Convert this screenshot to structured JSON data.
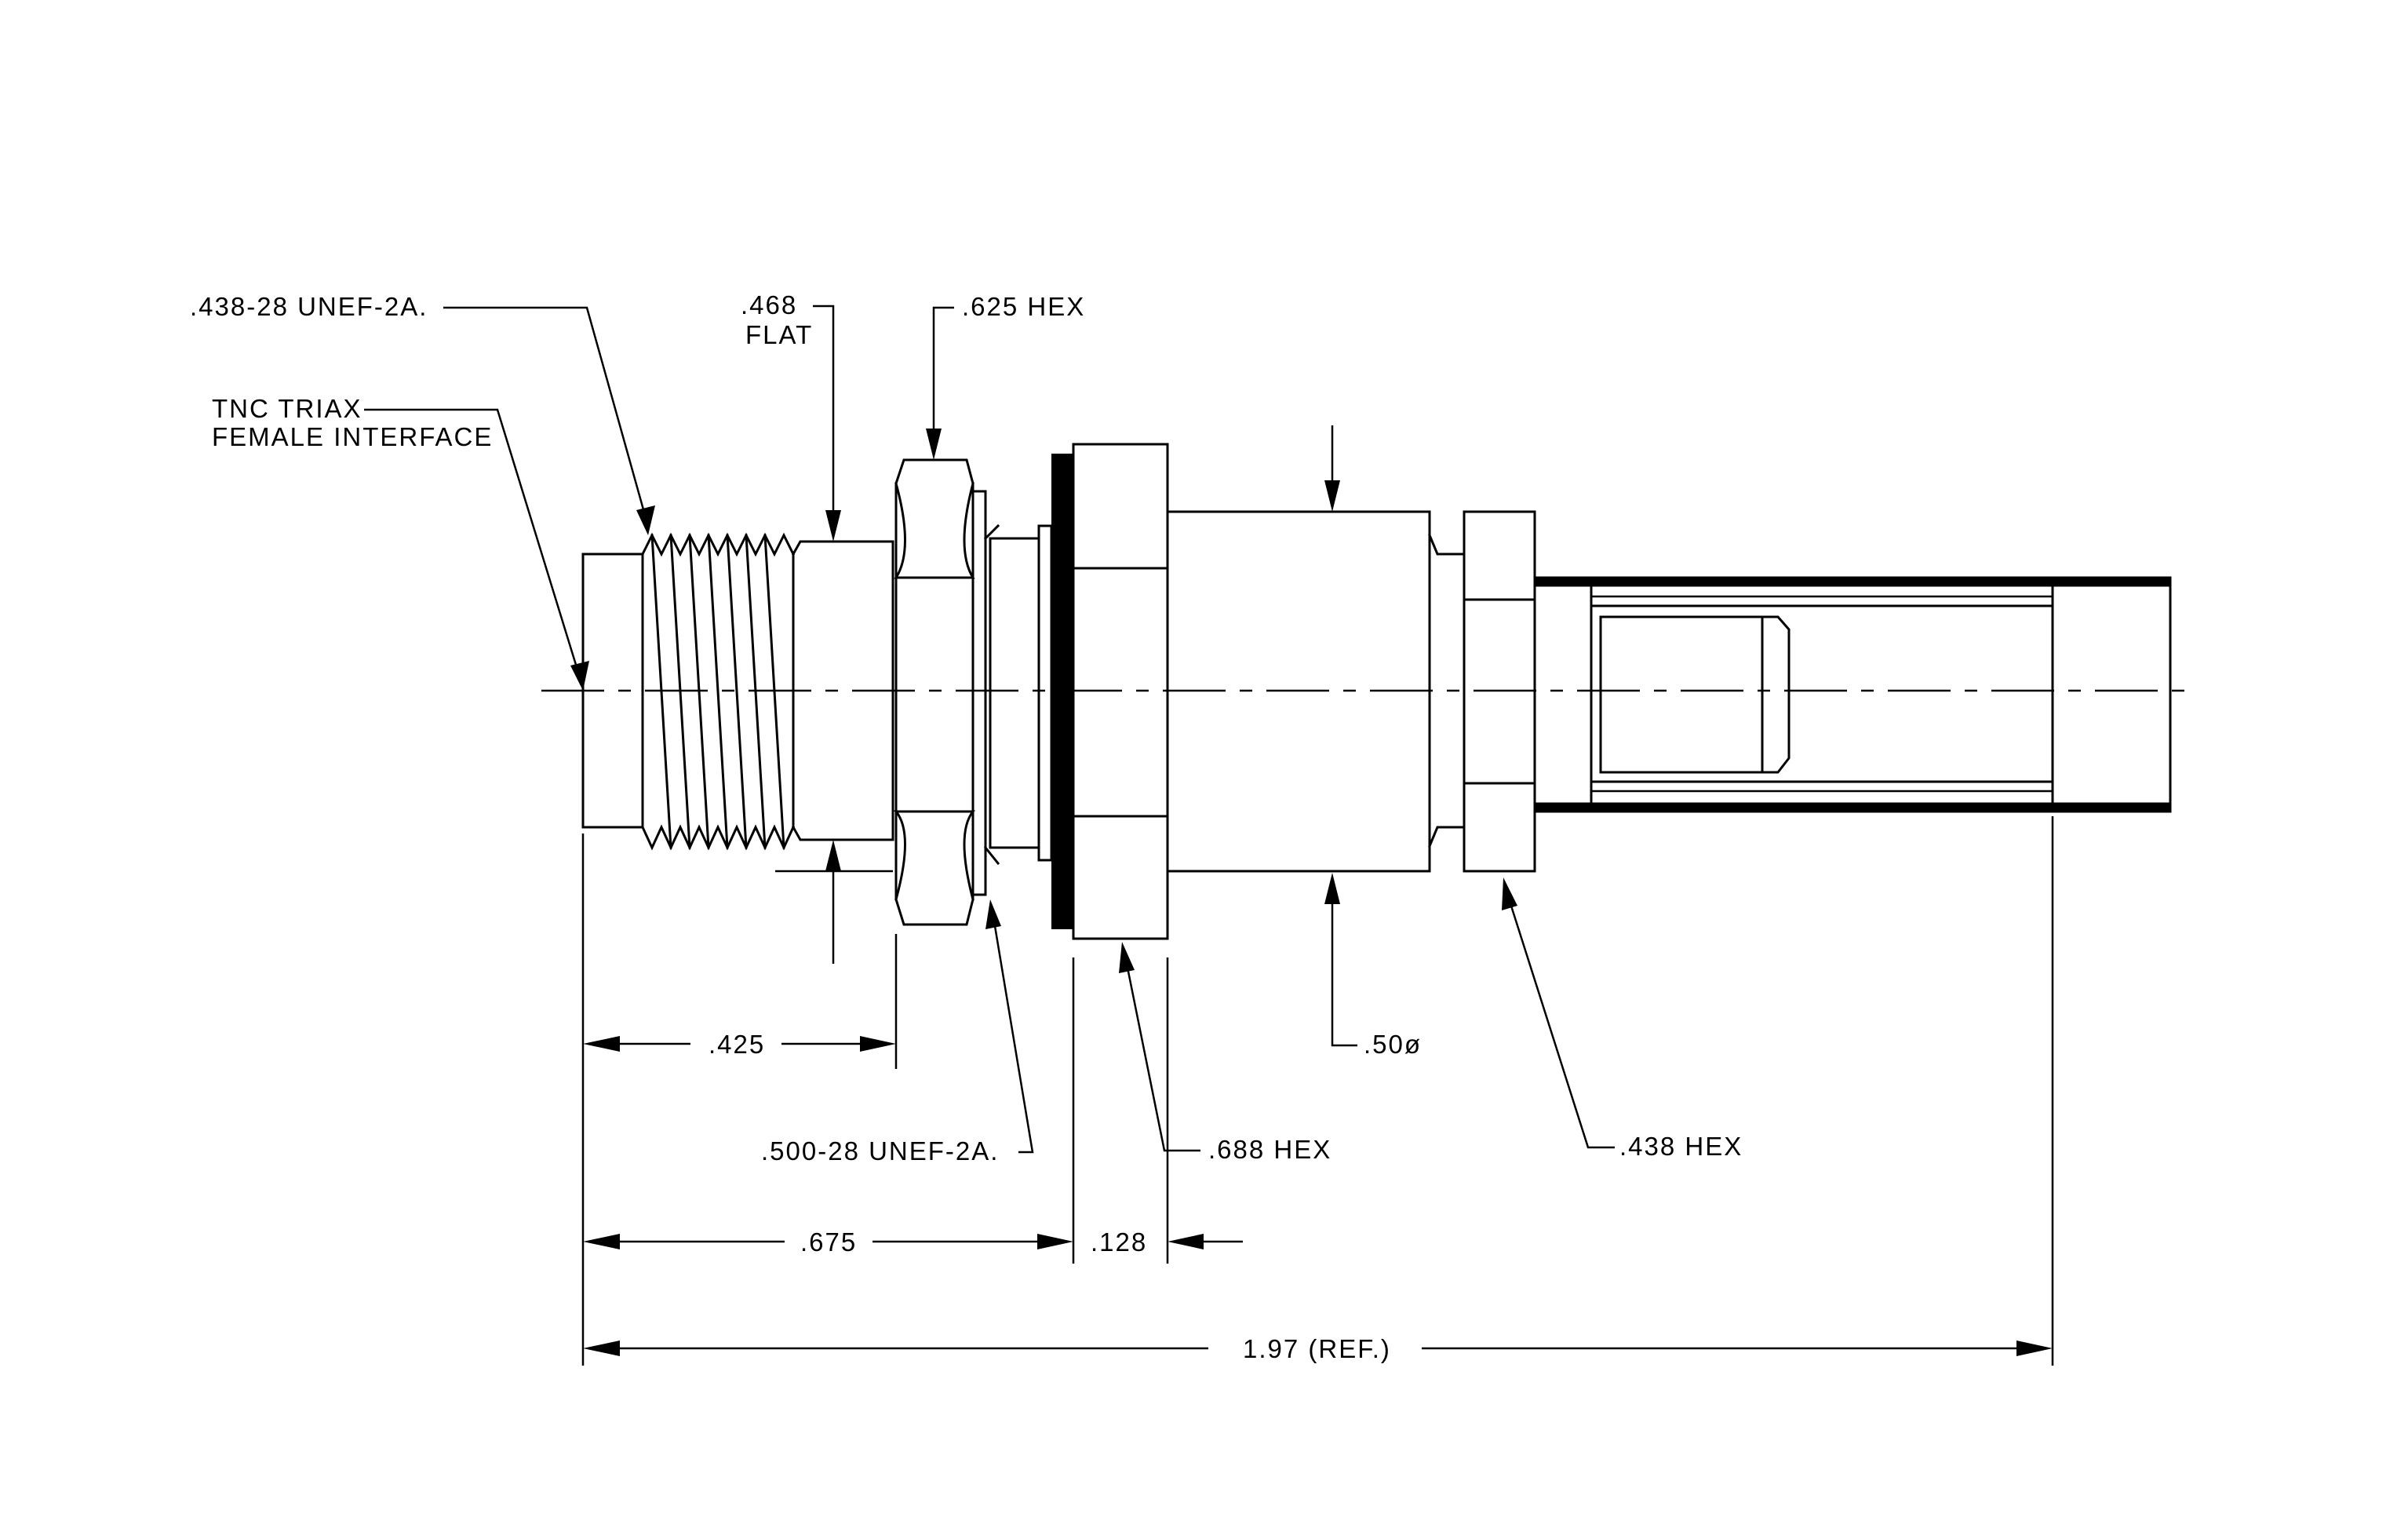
{
  "labels": {
    "thread_front": ".438-28 UNEF-2A.",
    "flat_value": ".468",
    "flat_word": "FLAT",
    "hex_625": ".625 HEX",
    "interface_line1": "TNC TRIAX",
    "interface_line2": "FEMALE INTERFACE",
    "dim_425": ".425",
    "thread_rear": ".500-28 UNEF-2A.",
    "hex_688": ".688 HEX",
    "dia_50": ".50ø",
    "hex_438": ".438 HEX",
    "dim_675": ".675",
    "dim_128": ".128",
    "overall": "1.97 (REF.)"
  }
}
